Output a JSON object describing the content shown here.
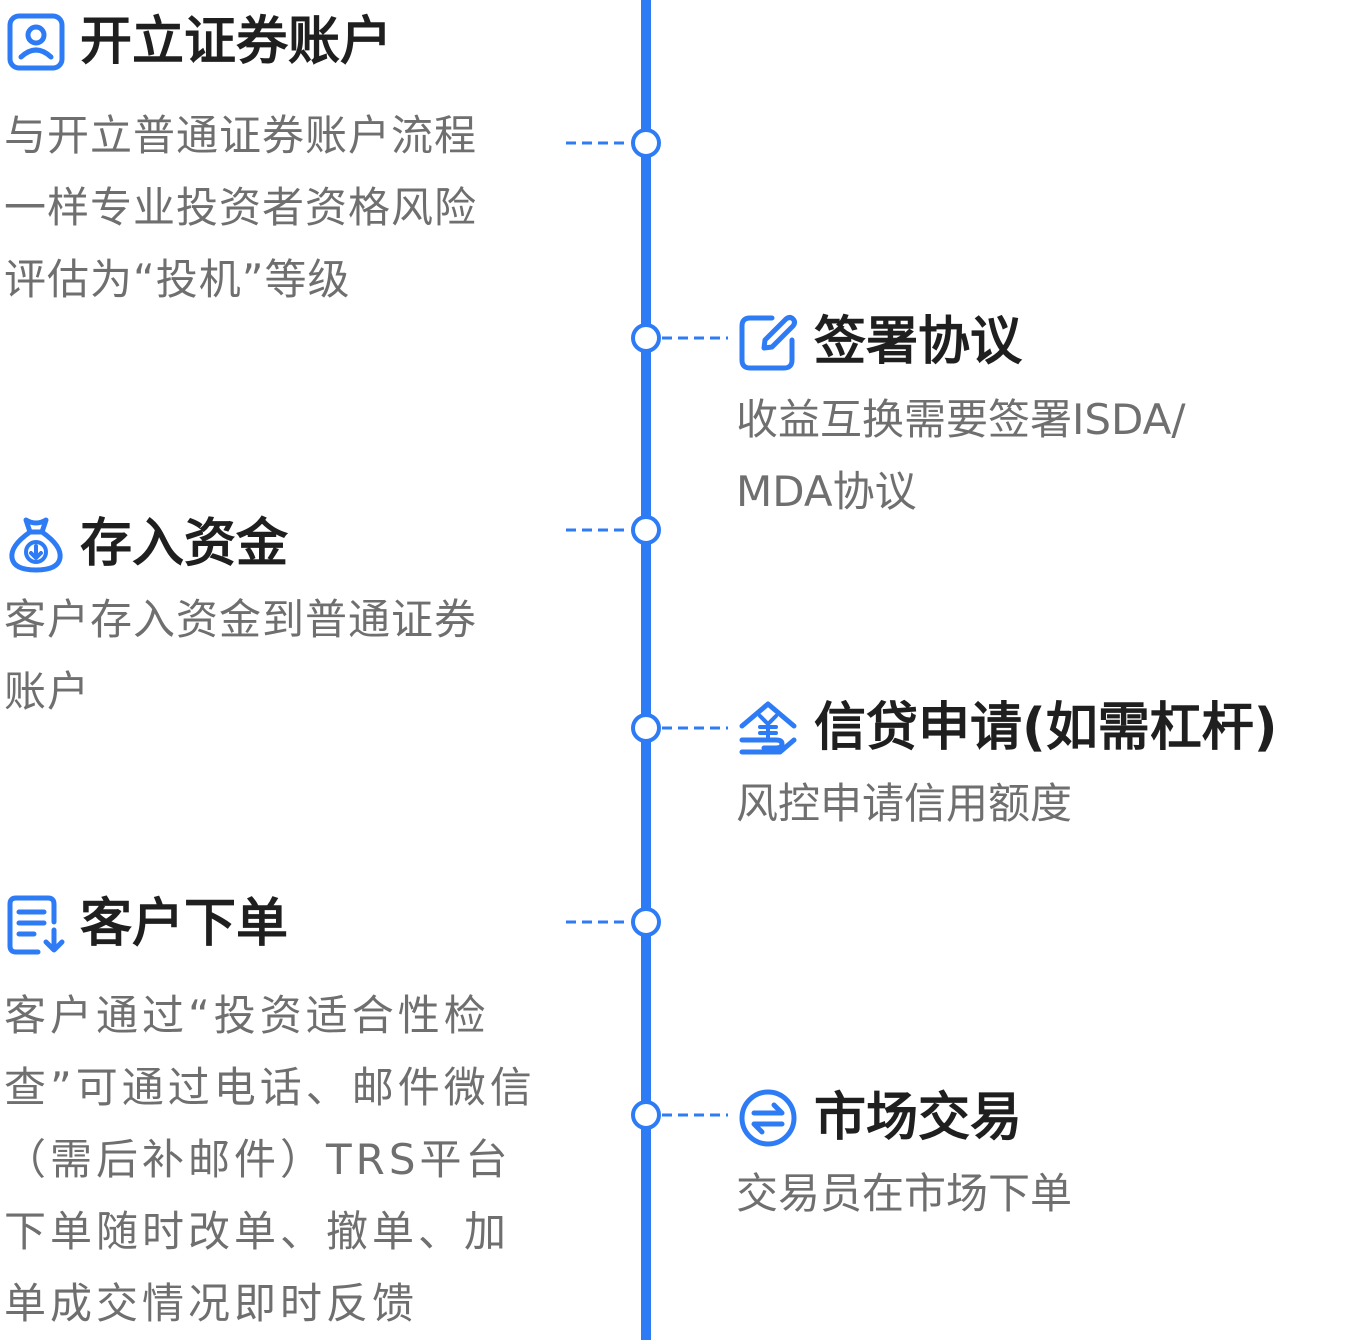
{
  "colors": {
    "accent": "#2E7BF6",
    "title": "#1f1f1f",
    "desc": "#6f6f6f"
  },
  "steps": [
    {
      "side": "left",
      "icon": "user-profile-icon",
      "title": "开立证券账户",
      "desc": "与开立普通证券账户流程\n一样专业投资者资格风险\n评估为“投机”等级"
    },
    {
      "side": "right",
      "icon": "edit-document-icon",
      "title": "签署协议",
      "desc": "收益互换需要签署ISDA/\nMDA协议"
    },
    {
      "side": "left",
      "icon": "money-bag-icon",
      "title": "存入资金",
      "desc": "客户存入资金到普通证券\n账户"
    },
    {
      "side": "right",
      "icon": "yuan-house-icon",
      "title": "信贷申请(如需杠杆)",
      "desc": "风控申请信用额度"
    },
    {
      "side": "left",
      "icon": "order-list-icon",
      "title": "客户下单",
      "desc": "客户通过“投资适合性检\n查”可通过电话、邮件微信\n（需后补邮件）TRS平台\n下单随时改单、撤单、加\n单成交情况即时反馈"
    },
    {
      "side": "right",
      "icon": "exchange-circle-icon",
      "title": "市场交易",
      "desc": "交易员在市场下单"
    }
  ]
}
